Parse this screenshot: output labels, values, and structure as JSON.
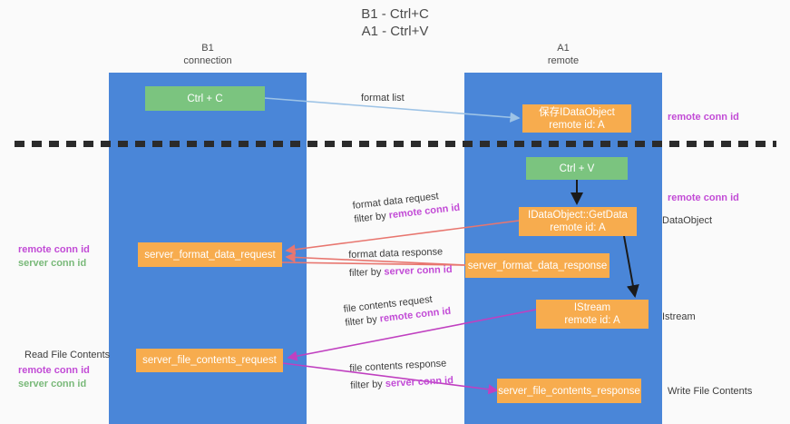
{
  "diagram": {
    "title": "B1 - Ctrl+C\nA1 - Ctrl+V",
    "lanes": [
      {
        "id": "b1",
        "title": "B1\nconnection",
        "color": "#4a86d8"
      },
      {
        "id": "a1",
        "title": "A1\nremote",
        "color": "#4a86d8"
      }
    ],
    "nodes": {
      "ctrl_c": "Ctrl + C",
      "save_idataobject": "保存IDataObject\nremote id: A",
      "ctrl_v": "Ctrl + V",
      "getdata": "IDataObject::GetData\nremote id: A",
      "server_format_data_request": "server_format_data_request",
      "server_format_data_response": "server_format_data_response",
      "istream": "IStream\nremote id: A",
      "server_file_contents_request": "server_file_contents_request",
      "server_file_contents_response": "server_file_contents_response"
    },
    "edge_labels": {
      "format_list": "format list",
      "format_data_request": "format data request",
      "format_data_request_filter_prefix": "filter by ",
      "format_data_request_filter_key": "remote conn id",
      "format_data_response": "format data response",
      "format_data_response_filter_prefix": "filter by ",
      "format_data_response_filter_key": "server conn id",
      "file_contents_request": "file contents request",
      "file_contents_request_filter_prefix": "filter by ",
      "file_contents_request_filter_key": "remote conn id",
      "file_contents_response": "file contents response",
      "file_contents_response_filter_prefix": "filter by ",
      "file_contents_response_filter_key": "server conn id"
    },
    "annotations": {
      "remote_conn_id_top": "remote conn id",
      "remote_conn_id_mid": "remote conn id",
      "dataobject": "DataObject",
      "istream": "Istream",
      "write_file_contents": "Write File Contents",
      "read_file_contents": "Read File Contents",
      "remote_conn_id_left": "remote conn id",
      "server_conn_id_left": "server conn id",
      "remote_conn_id_left2": "remote conn id",
      "server_conn_id_left2": "server conn id"
    },
    "colors": {
      "lane": "#4a86d8",
      "green_node": "#7bc47f",
      "orange_node": "#f7ac4e",
      "purple_text": "#c24bd6",
      "green_text": "#79b979",
      "arrow_blue": "#9dc3e6",
      "arrow_red": "#e8766f",
      "arrow_magenta": "#c040c0",
      "arrow_black": "#1a1a1a",
      "divider": "#2b2b2b",
      "background": "#fafafa"
    }
  }
}
